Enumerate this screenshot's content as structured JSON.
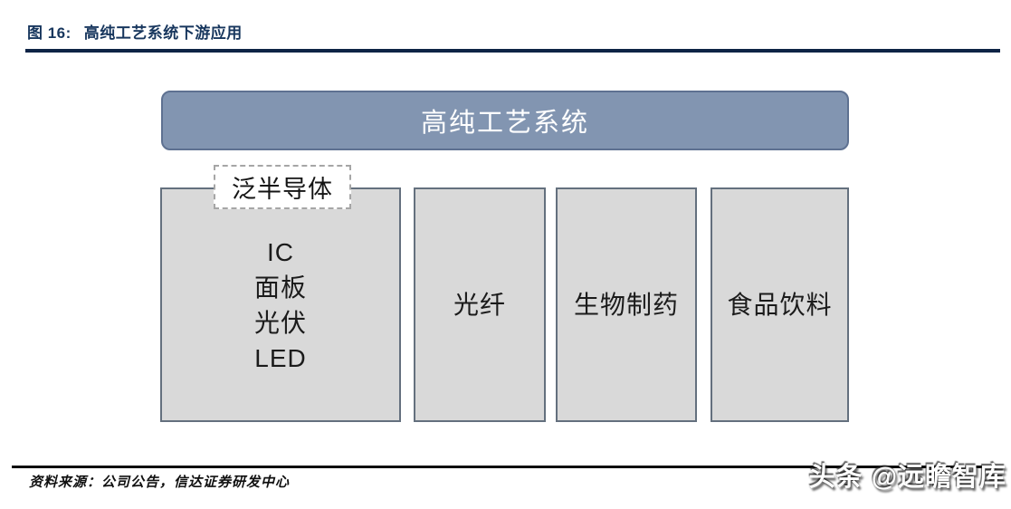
{
  "figure": {
    "label": "图 16:",
    "title": "高纯工艺系统下游应用"
  },
  "diagram": {
    "header": "高纯工艺系统",
    "overlay_label": "泛半导体",
    "boxes": [
      {
        "name": "pan-semiconductor",
        "lines": [
          "IC",
          "面板",
          "光伏",
          "LED"
        ]
      },
      {
        "name": "optical-fiber",
        "lines": [
          "光纤"
        ]
      },
      {
        "name": "biopharma",
        "lines": [
          "生物制药"
        ]
      },
      {
        "name": "food-beverage",
        "lines": [
          "食品饮料"
        ]
      }
    ]
  },
  "footer": {
    "source": "资料来源：公司公告，信达证券研发中心",
    "watermark": "头条 @远瞻智库"
  },
  "colors": {
    "title_color": "#17365D",
    "title_rule": "#0E2446",
    "header_fill": "#8295B1",
    "header_border": "#5E7191",
    "box_fill": "#D9D9D9",
    "box_border": "#64707E",
    "bottom_rule": "#0B0B0B"
  }
}
